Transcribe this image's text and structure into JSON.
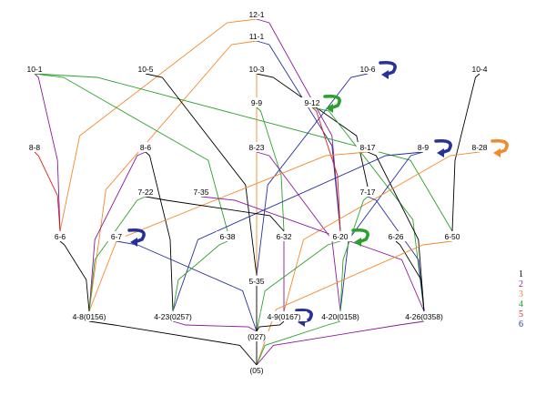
{
  "colors": {
    "1": "#000000",
    "2": "#8b1a9a",
    "3": "#f08a2c",
    "4": "#2ca02c",
    "5": "#d42020",
    "6": "#28309a"
  },
  "legend": [
    {
      "key": "1",
      "label": "1"
    },
    {
      "key": "2",
      "label": "2"
    },
    {
      "key": "3",
      "label": "3"
    },
    {
      "key": "4",
      "label": "4"
    },
    {
      "key": "5",
      "label": "5"
    },
    {
      "key": "6",
      "label": "6"
    }
  ],
  "nodes": [
    {
      "id": "12-1",
      "label": "12-1"
    },
    {
      "id": "11-1",
      "label": "11-1"
    },
    {
      "id": "10-1",
      "label": "10-1"
    },
    {
      "id": "10-5",
      "label": "10-5"
    },
    {
      "id": "10-3",
      "label": "10-3"
    },
    {
      "id": "10-6",
      "label": "10-6"
    },
    {
      "id": "10-4",
      "label": "10-4"
    },
    {
      "id": "9-9",
      "label": "9-9"
    },
    {
      "id": "9-12",
      "label": "9-12"
    },
    {
      "id": "8-8",
      "label": "8-8"
    },
    {
      "id": "8-6",
      "label": "8-6"
    },
    {
      "id": "8-23",
      "label": "8-23"
    },
    {
      "id": "8-17",
      "label": "8-17"
    },
    {
      "id": "8-9",
      "label": "8-9"
    },
    {
      "id": "8-28",
      "label": "8-28"
    },
    {
      "id": "7-22",
      "label": "7-22"
    },
    {
      "id": "7-35",
      "label": "7-35"
    },
    {
      "id": "7-17",
      "label": "7-17"
    },
    {
      "id": "6-6",
      "label": "6-6"
    },
    {
      "id": "6-7",
      "label": "6-7"
    },
    {
      "id": "6-38",
      "label": "6-38"
    },
    {
      "id": "6-32",
      "label": "6-32"
    },
    {
      "id": "6-20",
      "label": "6-20"
    },
    {
      "id": "6-26",
      "label": "6-26"
    },
    {
      "id": "6-50",
      "label": "6-50"
    },
    {
      "id": "5-35",
      "label": "5-35"
    },
    {
      "id": "4-8",
      "label": "4-8(0156)"
    },
    {
      "id": "4-23",
      "label": "4-23(0257)"
    },
    {
      "id": "4-9",
      "label": "4-9(0167)"
    },
    {
      "id": "4-20",
      "label": "4-20(0158)"
    },
    {
      "id": "4-26",
      "label": "4-26(0358)"
    },
    {
      "id": "027",
      "label": "(027)"
    },
    {
      "id": "05",
      "label": "(05)"
    }
  ],
  "edges": [
    {
      "from": "12-1",
      "to": "6-20",
      "color": "2"
    },
    {
      "from": "12-1",
      "to": "6-6",
      "color": "3"
    },
    {
      "from": "11-1",
      "to": "6-20",
      "color": "6"
    },
    {
      "from": "11-1",
      "to": "4-8",
      "color": "3"
    },
    {
      "from": "10-1",
      "to": "6-6",
      "color": "2"
    },
    {
      "from": "10-1",
      "to": "6-38",
      "color": "4"
    },
    {
      "from": "10-1",
      "to": "6-50",
      "color": "4"
    },
    {
      "from": "10-5",
      "to": "5-35",
      "color": "1"
    },
    {
      "from": "10-3",
      "to": "5-35",
      "color": "3"
    },
    {
      "from": "10-3",
      "to": "7-17",
      "color": "1"
    },
    {
      "from": "10-6",
      "to": "5-35",
      "color": "6"
    },
    {
      "from": "10-4",
      "to": "6-50",
      "color": "1"
    },
    {
      "from": "9-9",
      "to": "6-32",
      "color": "4"
    },
    {
      "from": "9-12",
      "to": "6-20",
      "color": "5"
    },
    {
      "from": "9-12",
      "to": "4-26",
      "color": "4"
    },
    {
      "from": "8-8",
      "to": "6-6",
      "color": "5"
    },
    {
      "from": "8-6",
      "to": "4-8",
      "color": "2"
    },
    {
      "from": "8-6",
      "to": "4-23",
      "color": "1"
    },
    {
      "from": "8-23",
      "to": "4-20",
      "color": "2"
    },
    {
      "from": "8-17",
      "to": "4-8",
      "color": "3"
    },
    {
      "from": "8-17",
      "to": "4-26",
      "color": "1"
    },
    {
      "from": "8-9",
      "to": "4-23",
      "color": "6"
    },
    {
      "from": "8-9",
      "to": "4-20",
      "color": "6"
    },
    {
      "from": "8-28",
      "to": "4-9",
      "color": "3"
    },
    {
      "from": "7-22",
      "to": "4-8",
      "color": "4"
    },
    {
      "from": "7-22",
      "to": "6-32",
      "color": "1"
    },
    {
      "from": "7-35",
      "to": "4-26",
      "color": "2"
    },
    {
      "from": "7-17",
      "to": "4-26",
      "color": "6"
    },
    {
      "from": "7-17",
      "to": "4-20",
      "color": "4"
    },
    {
      "from": "6-6",
      "to": "4-8",
      "color": "1"
    },
    {
      "from": "6-7",
      "to": "027",
      "color": "6"
    },
    {
      "from": "6-38",
      "to": "4-23",
      "color": "4"
    },
    {
      "from": "6-32",
      "to": "4-9",
      "color": "2"
    },
    {
      "from": "6-20",
      "to": "027",
      "color": "4"
    },
    {
      "from": "6-26",
      "to": "4-26",
      "color": "1"
    },
    {
      "from": "6-50",
      "to": "05",
      "color": "3"
    },
    {
      "from": "5-35",
      "to": "027",
      "color": "1"
    },
    {
      "from": "4-8",
      "to": "05",
      "color": "1"
    },
    {
      "from": "4-23",
      "to": "027",
      "color": "2"
    },
    {
      "from": "4-9",
      "to": "027",
      "color": "1"
    },
    {
      "from": "4-20",
      "to": "05",
      "color": "4"
    },
    {
      "from": "4-26",
      "to": "05",
      "color": "2"
    },
    {
      "from": "027",
      "to": "05",
      "color": "1"
    }
  ],
  "loops": [
    {
      "node": "10-6",
      "color": "6"
    },
    {
      "node": "9-12",
      "color": "4"
    },
    {
      "node": "8-9",
      "color": "6"
    },
    {
      "node": "8-28",
      "color": "3"
    },
    {
      "node": "6-7",
      "color": "6"
    },
    {
      "node": "6-20",
      "color": "4"
    },
    {
      "node": "4-9",
      "color": "6"
    }
  ]
}
